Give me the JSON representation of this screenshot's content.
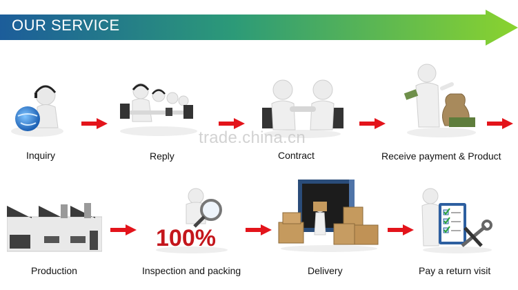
{
  "banner": {
    "title": "OUR SERVICE",
    "colors": {
      "start": "#1d5f97",
      "mid": "#2f9f6c",
      "end": "#86d131"
    }
  },
  "steps": [
    {
      "label": "Inquiry",
      "icon": "headset-globe-person-icon"
    },
    {
      "label": "Reply",
      "icon": "call-center-desks-icon"
    },
    {
      "label": "Contract",
      "icon": "handshake-icon"
    },
    {
      "label": "Receive payment & Product",
      "icon": "money-bag-person-icon"
    },
    {
      "label": "Production",
      "icon": "factory-icon"
    },
    {
      "label": "Inspection and packing",
      "icon": "magnifier-100-percent-icon"
    },
    {
      "label": "Delivery",
      "icon": "container-boxes-icon"
    },
    {
      "label": "Pay a return visit",
      "icon": "checklist-wrench-person-icon"
    }
  ],
  "arrow_color": "#e3141b",
  "watermark": "trade.china.cn"
}
